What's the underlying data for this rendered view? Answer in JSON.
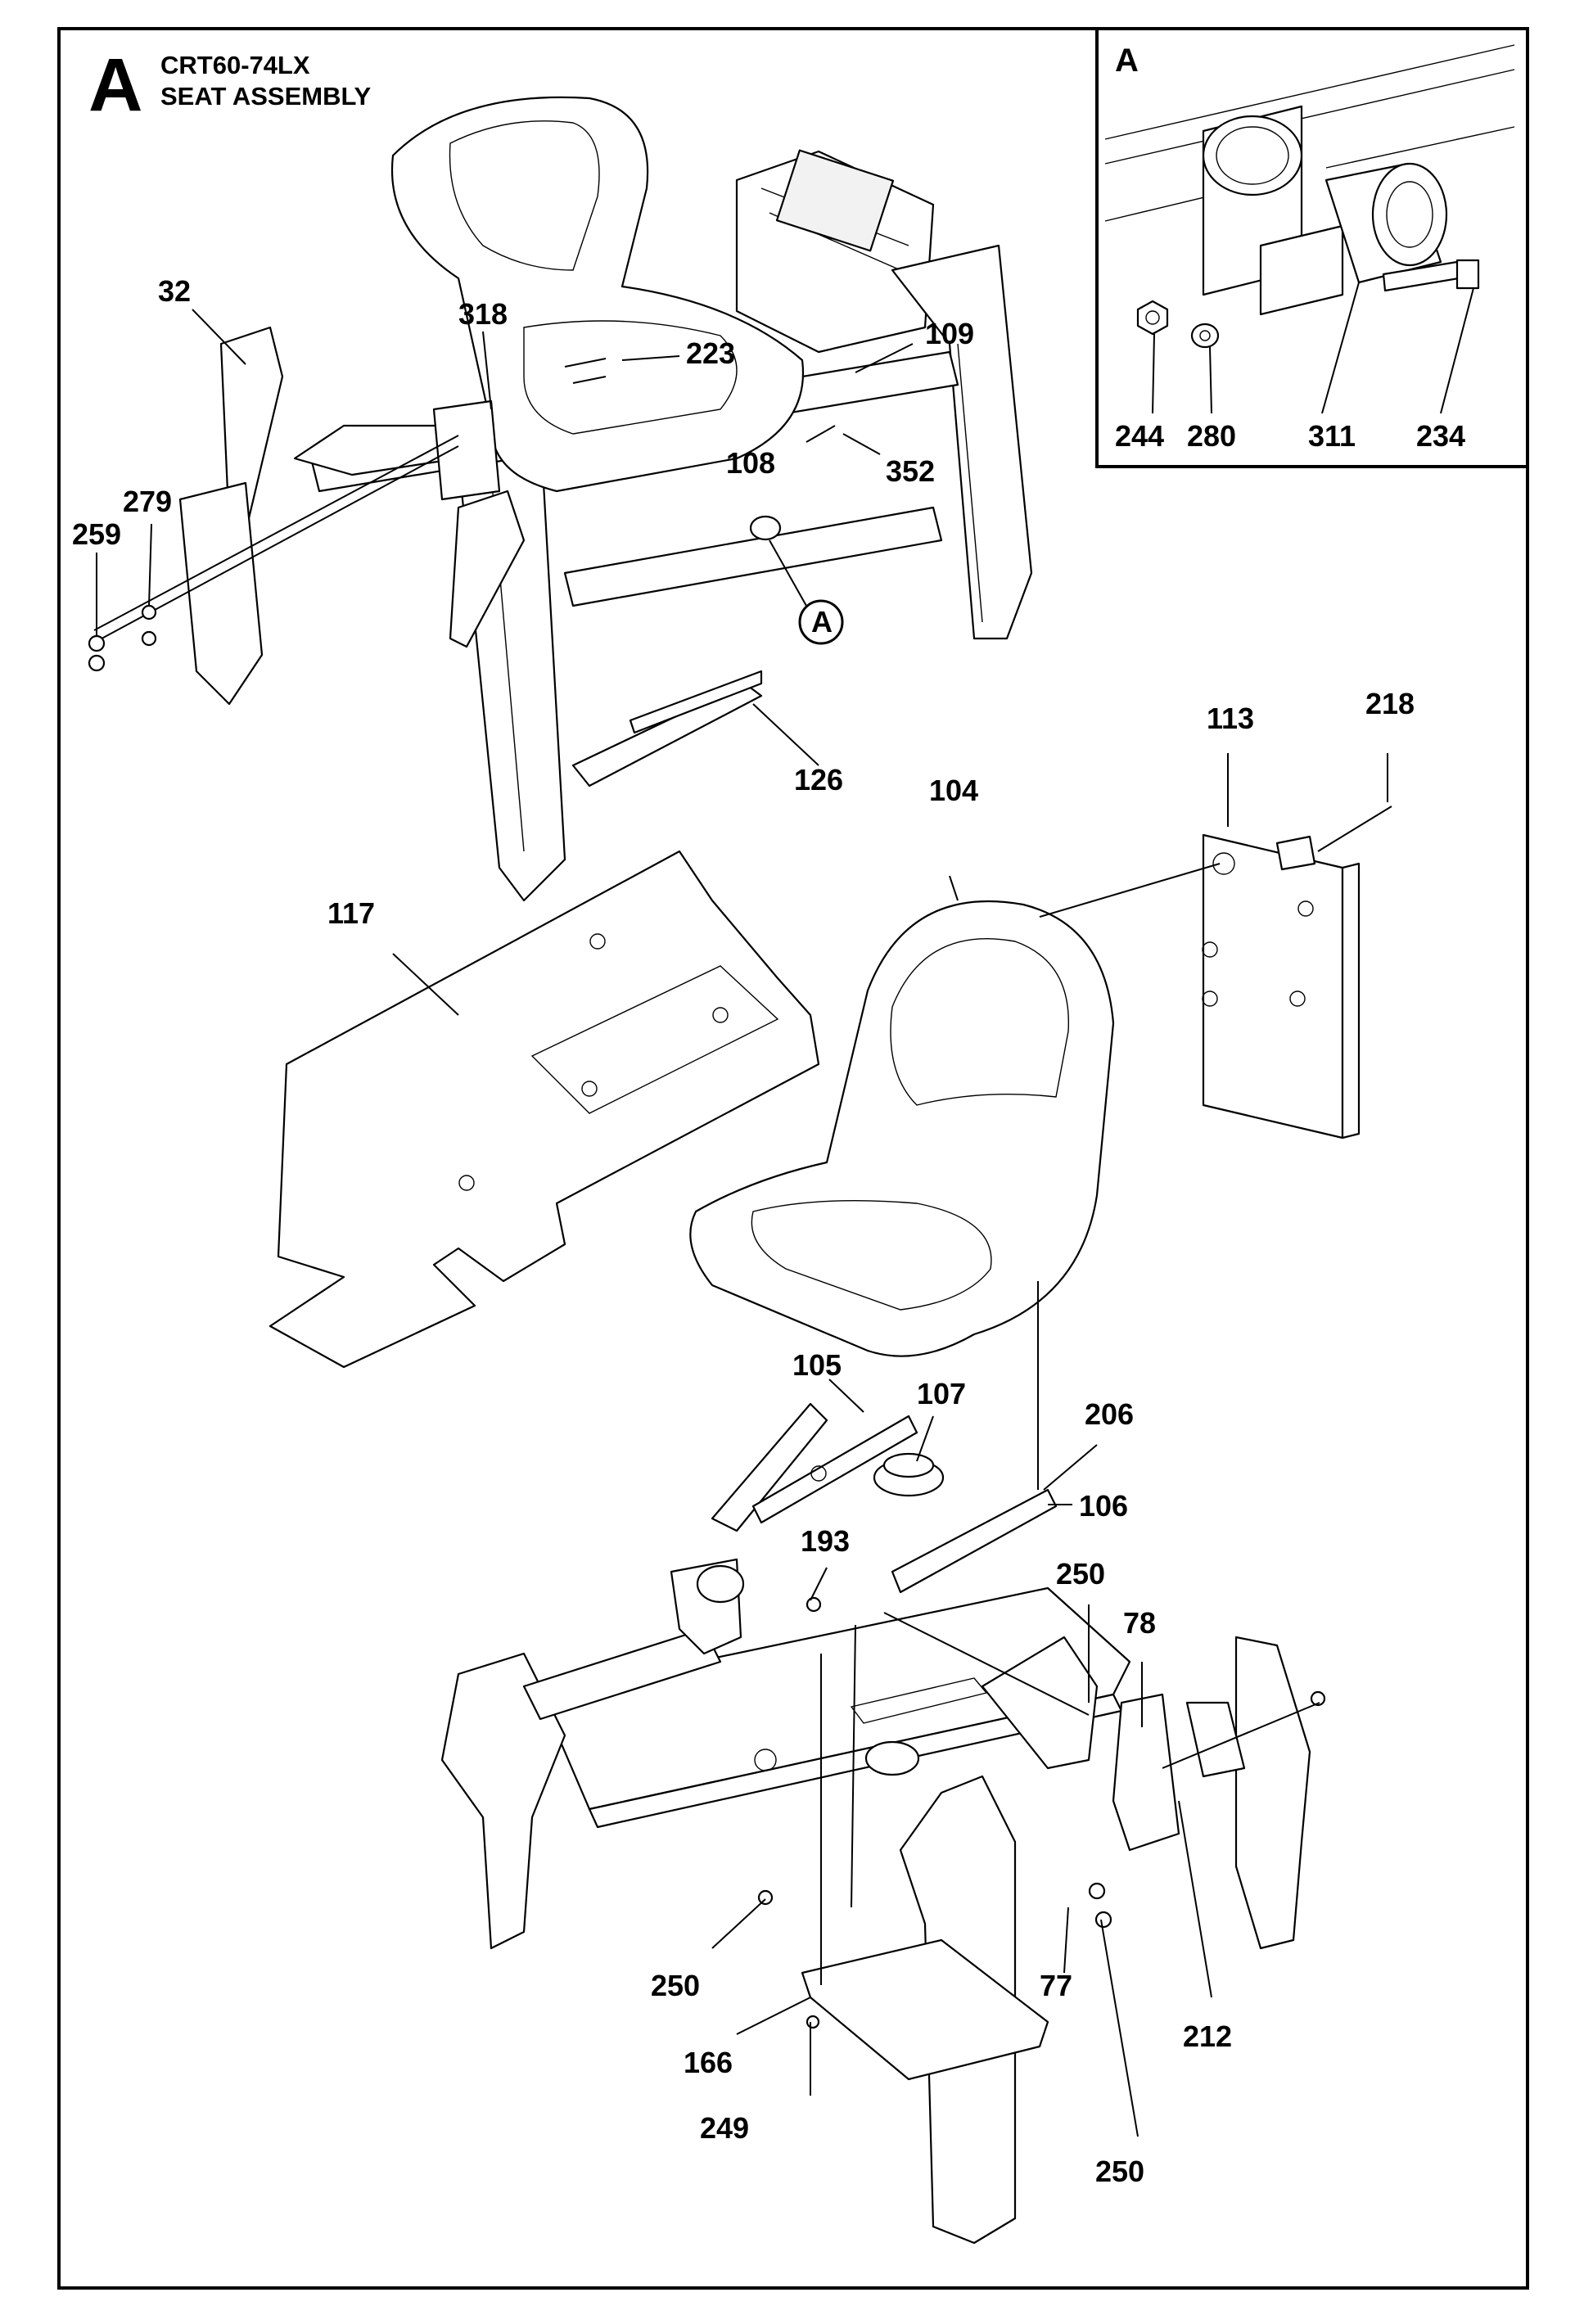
{
  "title": {
    "letter": "A",
    "model": "CRT60-74LX",
    "name": "SEAT ASSEMBLY"
  },
  "inset": {
    "letter": "A",
    "callouts": [
      "244",
      "280",
      "311",
      "234"
    ]
  },
  "detail_marker": "A",
  "callouts": [
    "32",
    "318",
    "223",
    "109",
    "108",
    "352",
    "279",
    "259",
    "126",
    "104",
    "113",
    "218",
    "117",
    "105",
    "107",
    "206",
    "106",
    "193",
    "250",
    "78",
    "250",
    "77",
    "212",
    "166",
    "249",
    "250"
  ]
}
